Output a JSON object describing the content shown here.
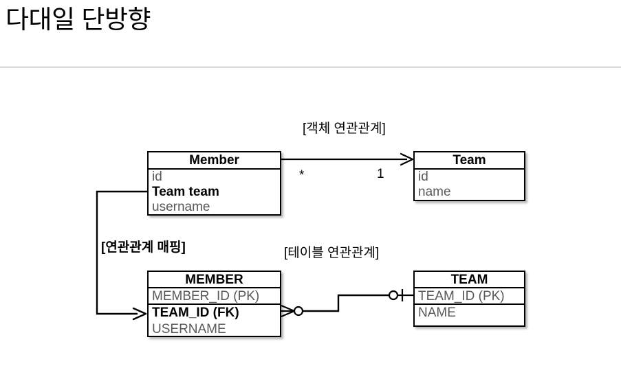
{
  "slide": {
    "title": "다대일 단방향"
  },
  "diagram": {
    "type": "er-class-mapping",
    "annotations": {
      "object_relation": "[객체 연관관계]",
      "table_relation": "[테이블 연관관계]",
      "mapping": "[연관관계 매핑]"
    },
    "multiplicity": {
      "many": "*",
      "one": "1"
    },
    "boxes": {
      "member_class": {
        "title": "Member",
        "rows": [
          {
            "text": "id",
            "bold": false
          },
          {
            "text": "Team team",
            "bold": true
          },
          {
            "text": "username",
            "bold": false
          }
        ]
      },
      "team_class": {
        "title": "Team",
        "rows": [
          {
            "text": "id",
            "bold": false
          },
          {
            "text": "name",
            "bold": false
          }
        ]
      },
      "member_table": {
        "title": "MEMBER",
        "rows": [
          {
            "text": "MEMBER_ID (PK)",
            "bold": false
          },
          {
            "text": "TEAM_ID (FK)",
            "bold": true
          },
          {
            "text": "USERNAME",
            "bold": false
          }
        ]
      },
      "team_table": {
        "title": "TEAM",
        "rows": [
          {
            "text": "TEAM_ID (PK)",
            "bold": false
          },
          {
            "text": "NAME",
            "bold": false
          }
        ]
      }
    },
    "connectors": [
      {
        "name": "member-to-team-association",
        "from": "Member",
        "to": "Team",
        "style": "open-arrow",
        "source_multiplicity": "*",
        "target_multiplicity": "1"
      },
      {
        "name": "member-table-to-team-table-fk",
        "from": "MEMBER",
        "to": "TEAM",
        "style": "crows-foot-zero-or-many-to-one-and-only-one"
      },
      {
        "name": "team-team-field-to-team-id-fk-mapping",
        "from": "Team team",
        "to": "TEAM_ID (FK)",
        "style": "elbow-arrow"
      }
    ],
    "colors": {
      "stroke": "#000000",
      "row_text": "#595959",
      "background": "#ffffff",
      "rule": "#bfbfbf"
    }
  }
}
